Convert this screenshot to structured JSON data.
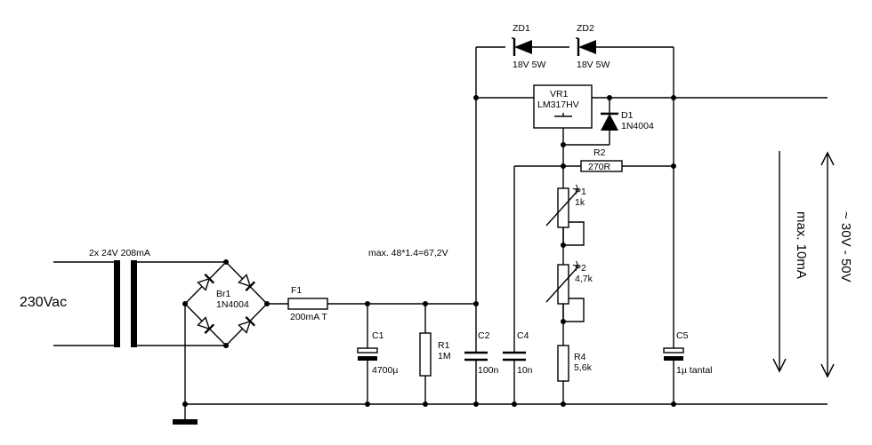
{
  "labels": {
    "mains": "230Vac",
    "transformer": "2x 24V 208mA",
    "bridge_name": "Br1",
    "bridge_type": "1N4004",
    "fuse_name": "F1",
    "fuse_value": "200mA T",
    "max_voltage_note": "max. 48*1.4=67,2V",
    "c1_name": "C1",
    "c1_value": "4700µ",
    "r1_name": "R1",
    "r1_value": "1M",
    "c2_name": "C2",
    "c2_value": "100n",
    "c4_name": "C4",
    "c4_value": "10n",
    "zd1_name": "ZD1",
    "zd1_value": "18V 5W",
    "zd2_name": "ZD2",
    "zd2_value": "18V 5W",
    "vr1_name": "VR1",
    "vr1_type": "LM317HV",
    "d1_name": "D1",
    "d1_type": "1N4004",
    "r2_name": "R2",
    "r2_value": "270R",
    "p1_name": "P1",
    "p1_value": "1k",
    "p2_name": "P2",
    "p2_value": "4,7k",
    "r4_name": "R4",
    "r4_value": "5,6k",
    "c5_name": "C5",
    "c5_value": "1µ tantal",
    "max_current": "max. 10mA",
    "output_range": "~ 30V - 50V"
  }
}
